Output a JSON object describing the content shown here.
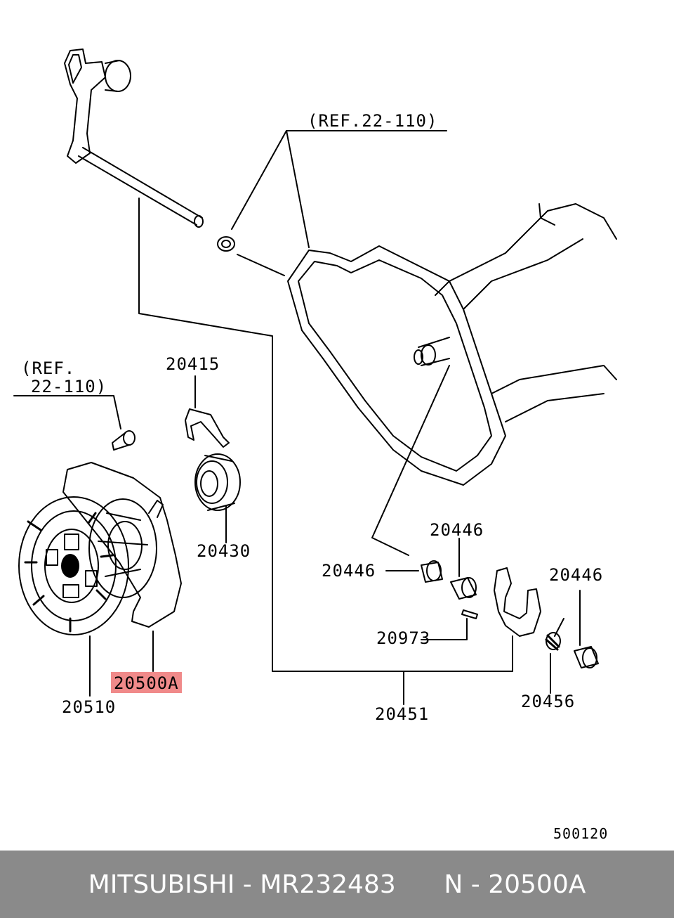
{
  "labels": {
    "ref_top": "(REF.22-110)",
    "ref_left_1": "(REF.",
    "ref_left_2": "22-110)",
    "p20415": "20415",
    "p20430": "20430",
    "p20446_a": "20446",
    "p20446_b": "20446",
    "p20446_c": "20446",
    "p20973": "20973",
    "p20500a": "20500A",
    "p20510": "20510",
    "p20451": "20451",
    "p20456": "20456",
    "diagram_no": "500120"
  },
  "highlight_color": "#f08a8a",
  "footer": {
    "text": "MITSUBISHI - MR232483      N - 20500A",
    "background": "#8a8a8a"
  }
}
